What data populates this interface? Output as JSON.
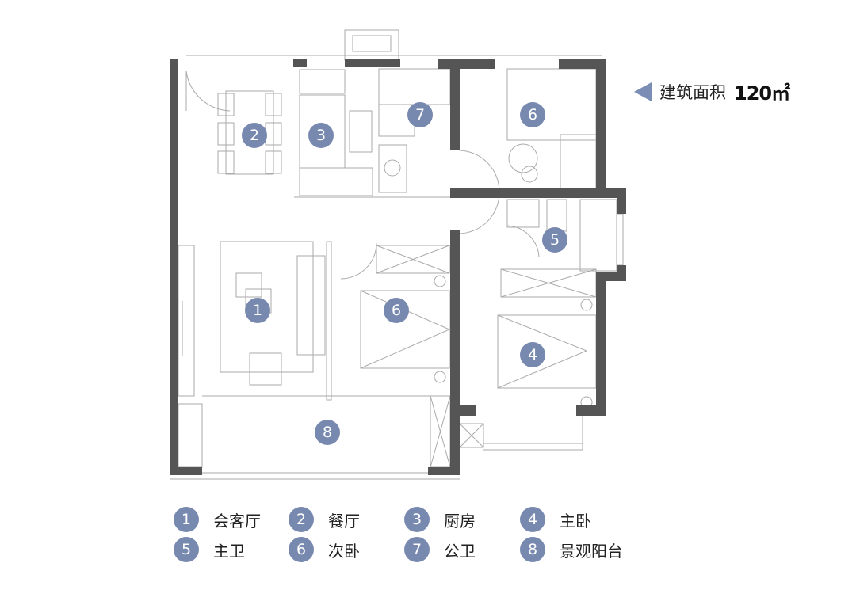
{
  "area": {
    "label": "建筑面积",
    "value": "120㎡"
  },
  "markers": [
    {
      "num": "1"
    },
    {
      "num": "2"
    },
    {
      "num": "3"
    },
    {
      "num": "4"
    },
    {
      "num": "5"
    },
    {
      "num": "6"
    },
    {
      "num": "6"
    },
    {
      "num": "7"
    },
    {
      "num": "8"
    }
  ],
  "legend": [
    {
      "num": "1",
      "label": "会客厅"
    },
    {
      "num": "2",
      "label": "餐厅"
    },
    {
      "num": "3",
      "label": "厨房"
    },
    {
      "num": "4",
      "label": "主卧"
    },
    {
      "num": "5",
      "label": "主卫"
    },
    {
      "num": "6",
      "label": "次卧"
    },
    {
      "num": "7",
      "label": "公卫"
    },
    {
      "num": "8",
      "label": "景观阳台"
    }
  ],
  "colors": {
    "marker": "#7889b0",
    "wall": "#555555",
    "line": "#999999"
  }
}
